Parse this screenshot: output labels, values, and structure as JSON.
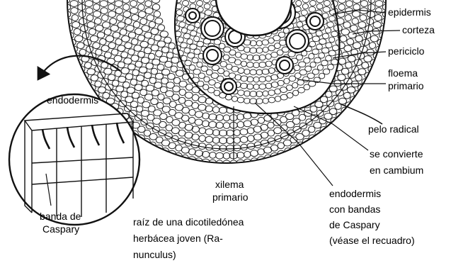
{
  "labels": {
    "epidermis": "epidermis",
    "corteza": "corteza",
    "periciclo": "periciclo",
    "floema_1": "floema",
    "floema_2": "primario",
    "pelo_radical": "pelo radical",
    "convierte_1": "se convierte",
    "convierte_2": "en cambium",
    "xilema_1": "xilema",
    "xilema_2": "primario",
    "endodermis_bandas_1": "endodermis",
    "endodermis_bandas_2": "con bandas",
    "endodermis_bandas_3": "de Caspary",
    "endodermis_bandas_4": "(véase el recuadro)",
    "endodermis_inset": "endodermis",
    "banda_1": "banda de",
    "banda_2": "Caspary"
  },
  "caption": {
    "line1": "raíz de una dicotiledónea",
    "line2": "herbácea joven (Ra-",
    "line3": "nunculus)"
  }
}
